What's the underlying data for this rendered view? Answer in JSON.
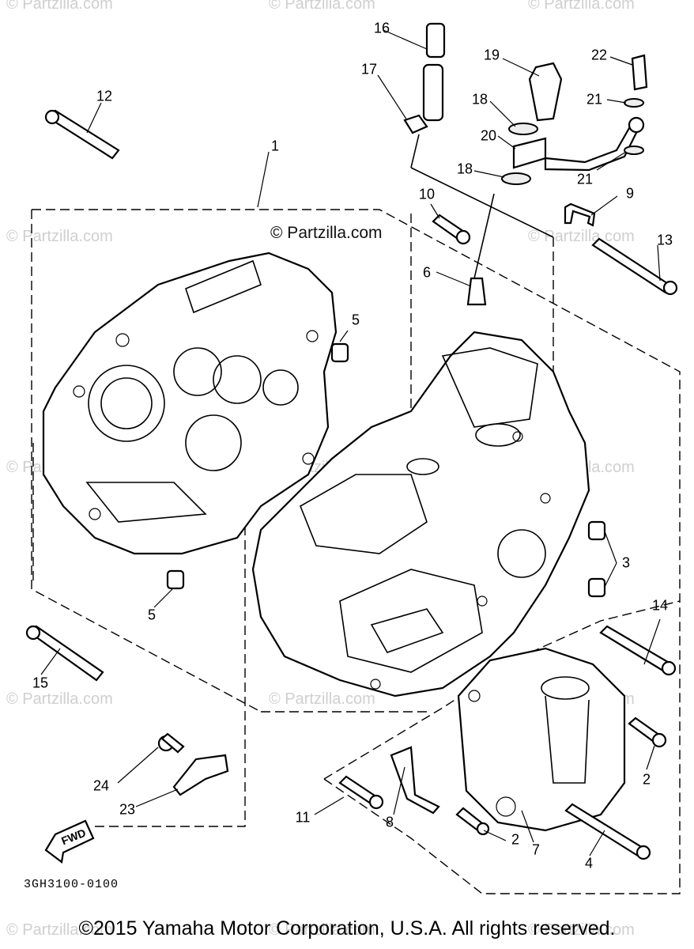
{
  "watermark": {
    "text": "© Partzilla.com"
  },
  "callouts": [
    {
      "id": "c1",
      "label": "1"
    },
    {
      "id": "c2a",
      "label": "2"
    },
    {
      "id": "c2b",
      "label": "2"
    },
    {
      "id": "c3",
      "label": "3"
    },
    {
      "id": "c4",
      "label": "4"
    },
    {
      "id": "c5a",
      "label": "5"
    },
    {
      "id": "c5b",
      "label": "5"
    },
    {
      "id": "c6",
      "label": "6"
    },
    {
      "id": "c7",
      "label": "7"
    },
    {
      "id": "c8",
      "label": "8"
    },
    {
      "id": "c9",
      "label": "9"
    },
    {
      "id": "c10",
      "label": "10"
    },
    {
      "id": "c11",
      "label": "11"
    },
    {
      "id": "c12",
      "label": "12"
    },
    {
      "id": "c13",
      "label": "13"
    },
    {
      "id": "c14",
      "label": "14"
    },
    {
      "id": "c15",
      "label": "15"
    },
    {
      "id": "c16",
      "label": "16"
    },
    {
      "id": "c17",
      "label": "17"
    },
    {
      "id": "c18a",
      "label": "18"
    },
    {
      "id": "c18b",
      "label": "18"
    },
    {
      "id": "c19",
      "label": "19"
    },
    {
      "id": "c20",
      "label": "20"
    },
    {
      "id": "c21a",
      "label": "21"
    },
    {
      "id": "c21b",
      "label": "21"
    },
    {
      "id": "c22",
      "label": "22"
    },
    {
      "id": "c23",
      "label": "23"
    },
    {
      "id": "c24",
      "label": "24"
    }
  ],
  "fwd_label": "FWD",
  "part_code": "3GH3100-0100",
  "copyright": "©2015 Yamaha Motor Corporation, U.S.A. All rights reserved."
}
